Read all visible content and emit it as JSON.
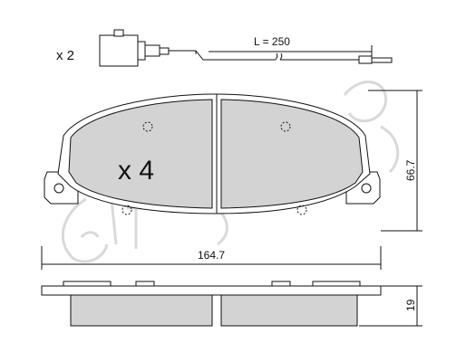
{
  "diagram": {
    "sensor_qty": "x 2",
    "wire_length": "L = 250",
    "pad_qty": "x 4",
    "width_dim": "164.7",
    "height_dim": "66.7",
    "thickness_dim": "19"
  },
  "colors": {
    "pad_fill": "#d3d3d3",
    "outline": "#111111",
    "watermark": "#d9d9d9"
  },
  "watermark_icon": "cifam-logo-watermark"
}
